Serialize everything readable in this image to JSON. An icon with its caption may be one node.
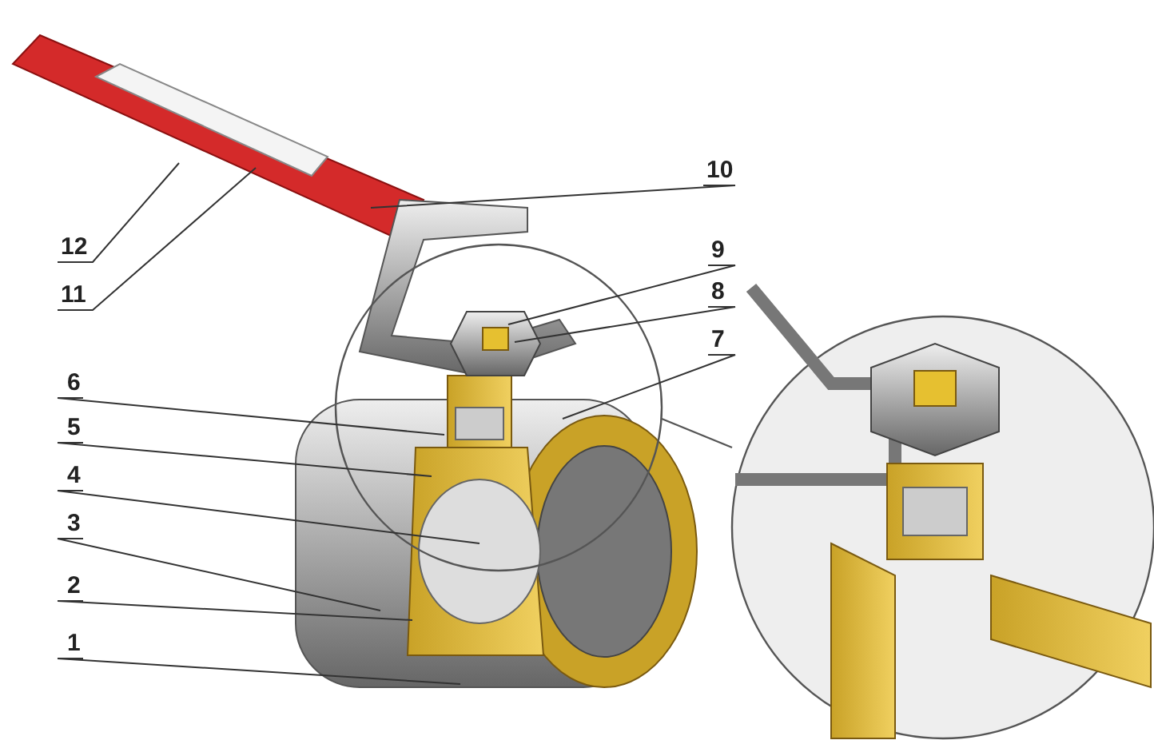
{
  "diagram": {
    "nodes": [
      {
        "text": [
          "10"
        ]
      },
      {
        "text": [
          "12"
        ]
      },
      {
        "text": [
          "9"
        ]
      },
      {
        "text": [
          "8"
        ]
      },
      {
        "text": [
          "11"
        ]
      },
      {
        "text": [
          "7"
        ]
      },
      {
        "text": [
          "6"
        ]
      },
      {
        "text": [
          "5"
        ]
      },
      {
        "text": [
          "4"
        ]
      },
      {
        "text": [
          "3"
        ]
      },
      {
        "text": [
          "2"
        ]
      },
      {
        "text": [
          "1"
        ]
      }
    ],
    "edges": [
      {
        "from": 0,
        "to": null,
        "arrow": "none"
      },
      {
        "from": 1,
        "to": null,
        "arrow": "none"
      },
      {
        "from": 2,
        "to": null,
        "arrow": "none"
      },
      {
        "from": 3,
        "to": null,
        "arrow": "none"
      },
      {
        "from": 4,
        "to": null,
        "arrow": "none"
      },
      {
        "from": 5,
        "to": null,
        "arrow": "none"
      },
      {
        "from": 6,
        "to": null,
        "arrow": "none"
      },
      {
        "from": 7,
        "to": null,
        "arrow": "none"
      },
      {
        "from": 8,
        "to": null,
        "arrow": "none"
      },
      {
        "from": 9,
        "to": null,
        "arrow": "none"
      },
      {
        "from": 10,
        "to": null,
        "arrow": "none"
      },
      {
        "from": 11,
        "to": null,
        "arrow": "none"
      }
    ]
  }
}
